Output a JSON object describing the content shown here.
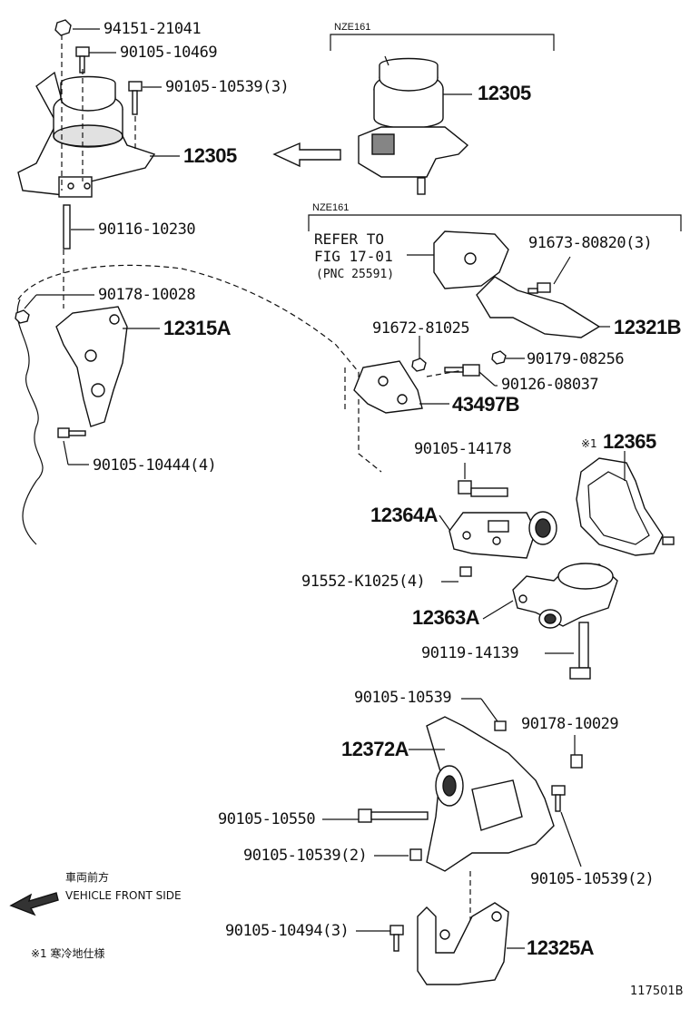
{
  "variants": {
    "top": "NZE161",
    "middle": "NZE161"
  },
  "labels": {
    "p94151_21041": "94151-21041",
    "p90105_10469": "90105-10469",
    "p90105_10539_3": "90105-10539(3)",
    "p12305_left": "12305",
    "p12305_right": "12305",
    "p90116_10230": "90116-10230",
    "p90178_10028": "90178-10028",
    "p12315A": "12315A",
    "p90105_10444_4": "90105-10444(4)",
    "refer_line1": "REFER TO",
    "refer_line2": "FIG 17-01",
    "refer_line3": "(PNC 25591)",
    "p91673_80820_3": "91673-80820(3)",
    "p12321B": "12321B",
    "p91672_81025": "91672-81025",
    "p90179_08256": "90179-08256",
    "p90126_08037": "90126-08037",
    "p43497B": "43497B",
    "p90105_14178": "90105-14178",
    "p12365_mark": "※1",
    "p12365": "12365",
    "p12364A": "12364A",
    "p91552_K1025_4": "91552-K1025(4)",
    "p12363A": "12363A",
    "p90119_14139": "90119-14139",
    "p90105_10539": "90105-10539",
    "p90178_10029": "90178-10029",
    "p12372A": "12372A",
    "p90105_10550": "90105-10550",
    "p90105_10539_2a": "90105-10539(2)",
    "p90105_10539_2b": "90105-10539(2)",
    "p90105_10494_3": "90105-10494(3)",
    "p12325A": "12325A"
  },
  "front": {
    "jp": "車両前方",
    "en": "VEHICLE FRONT SIDE"
  },
  "footnote": "※1 寒冷地仕様",
  "figure_id": "117501B"
}
